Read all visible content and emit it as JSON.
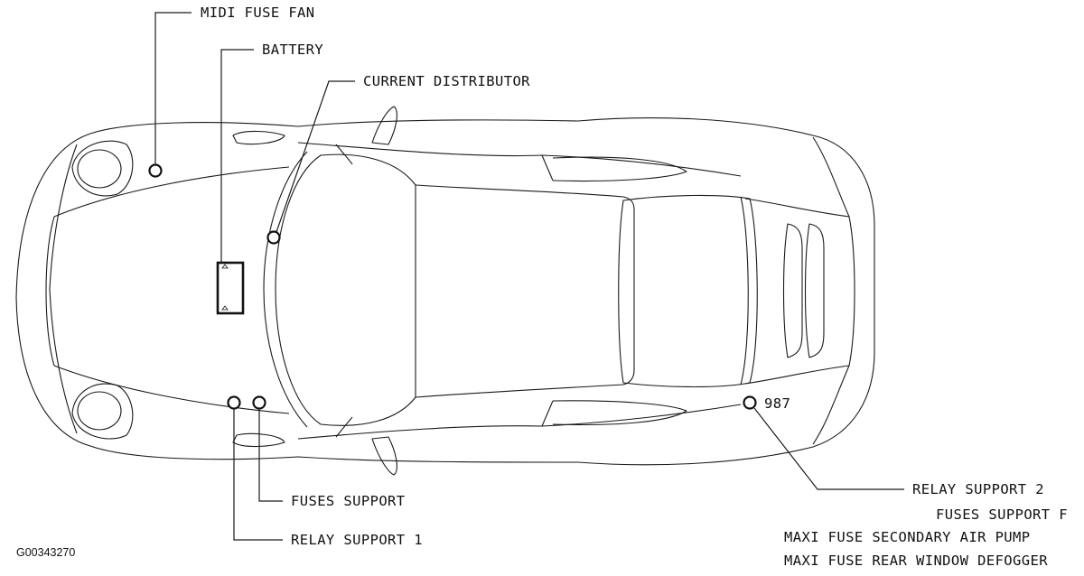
{
  "labels": {
    "midi_fuse_fan": "MIDI FUSE FAN",
    "battery": "BATTERY",
    "current_distributor": "CURRENT DISTRIBUTOR",
    "fuses_support": "FUSES SUPPORT",
    "relay_support_1": "RELAY SUPPORT 1",
    "relay_support_2": "RELAY SUPPORT 2",
    "fuses_support_f": "FUSES SUPPORT F",
    "maxi_fuse_air_pump": "MAXI FUSE  SECONDARY AIR PUMP",
    "maxi_fuse_rear_window": "MAXI FUSE  REAR WINDOW DEFOGGER",
    "model_number": "987"
  },
  "figure_ref": "G00343270",
  "colors": {
    "line": "#1a1a1a",
    "background": "#ffffff"
  }
}
